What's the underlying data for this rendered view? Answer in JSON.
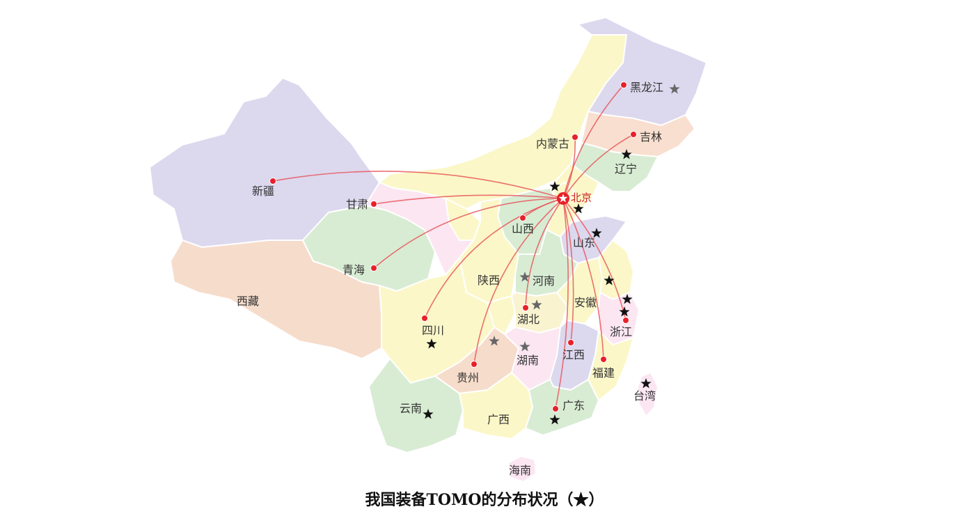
{
  "caption": "我国装备TOMO的分布状况（★）",
  "capital": {
    "name": "北京"
  },
  "colors": {
    "route": "#e8585d",
    "dot": "#e8202a",
    "capital_label": "#cc2229",
    "star_black": "#111111",
    "star_gray": "#666666"
  },
  "provinces": [
    {
      "id": "xinjiang",
      "name": "新疆",
      "color": "#dcd8ee"
    },
    {
      "id": "xizang",
      "name": "西藏",
      "color": "#f6dccb"
    },
    {
      "id": "qinghai",
      "name": "青海",
      "color": "#d8ecd3"
    },
    {
      "id": "gansu",
      "name": "甘肃",
      "color": "#fbe6f1"
    },
    {
      "id": "neimenggu",
      "name": "内蒙古",
      "color": "#fbf7c8"
    },
    {
      "id": "heilongjiang",
      "name": "黑龙江",
      "color": "#dcd8ee"
    },
    {
      "id": "jilin",
      "name": "吉林",
      "color": "#f9dfcf"
    },
    {
      "id": "liaoning",
      "name": "辽宁",
      "color": "#d8ecd3"
    },
    {
      "id": "shanxi",
      "name": "山西",
      "color": "#d8ecd3"
    },
    {
      "id": "shandong",
      "name": "山东",
      "color": "#dcd8ee"
    },
    {
      "id": "shaanxi",
      "name": "陕西",
      "color": "#fbf7c8"
    },
    {
      "id": "henan",
      "name": "河南",
      "color": "#d8ecd3"
    },
    {
      "id": "sichuan",
      "name": "四川",
      "color": "#fbf7c8"
    },
    {
      "id": "hubei",
      "name": "湖北",
      "color": "#f9f3d0"
    },
    {
      "id": "anhui",
      "name": "安徽",
      "color": "#fbf7c8"
    },
    {
      "id": "zhejiang",
      "name": "浙江",
      "color": "#fbe6f1"
    },
    {
      "id": "guizhou",
      "name": "贵州",
      "color": "#f6dccb"
    },
    {
      "id": "hunan",
      "name": "湖南",
      "color": "#fbe6f1"
    },
    {
      "id": "jiangxi",
      "name": "江西",
      "color": "#dcd8ee"
    },
    {
      "id": "fujian",
      "name": "福建",
      "color": "#fbf7c8"
    },
    {
      "id": "yunnan",
      "name": "云南",
      "color": "#d8ecd3"
    },
    {
      "id": "guangxi",
      "name": "广西",
      "color": "#fbf7c8"
    },
    {
      "id": "guangdong",
      "name": "广东",
      "color": "#d8ecd3"
    },
    {
      "id": "hainan",
      "name": "海南",
      "color": "#fbe6f1"
    },
    {
      "id": "taiwan",
      "name": "台湾",
      "color": "#fbe6f1"
    }
  ],
  "routes_to": [
    "黑龙江",
    "吉林",
    "内蒙古",
    "新疆",
    "甘肃",
    "山西",
    "青海",
    "四川",
    "贵州",
    "湖北",
    "江西",
    "福建",
    "广东",
    "浙江"
  ],
  "stars": [
    {
      "color": "black"
    },
    {
      "color": "black"
    },
    {
      "color": "black"
    },
    {
      "color": "black"
    },
    {
      "color": "black"
    },
    {
      "color": "black"
    },
    {
      "color": "black"
    },
    {
      "color": "black"
    },
    {
      "color": "black"
    },
    {
      "color": "black"
    },
    {
      "color": "black"
    },
    {
      "color": "gray"
    },
    {
      "color": "gray"
    },
    {
      "color": "gray"
    },
    {
      "color": "gray"
    },
    {
      "color": "gray"
    }
  ]
}
